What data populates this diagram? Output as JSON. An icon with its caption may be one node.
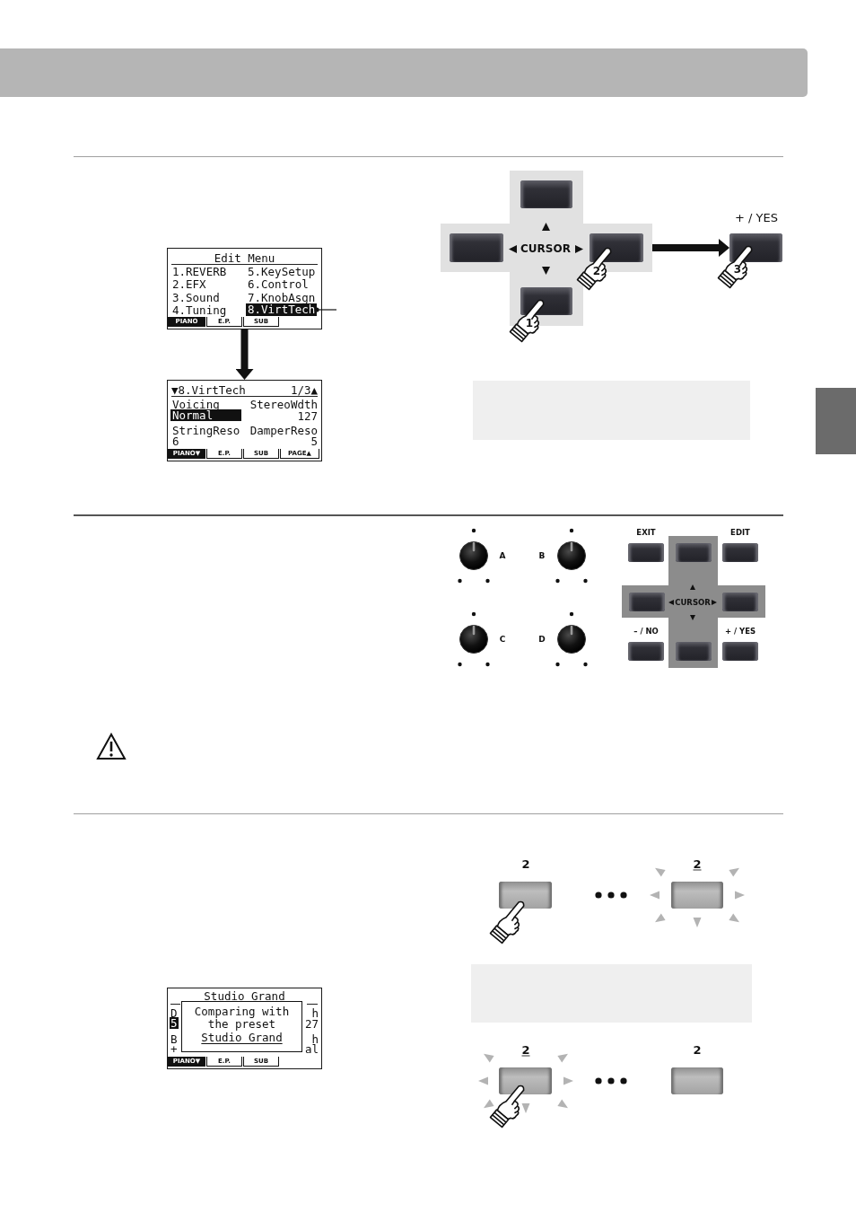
{
  "diagram": {
    "nodes": [
      {
        "text": [
          "Edit Menu",
          "1.REVERB",
          "5.KeySetup",
          "2.EFX",
          "6.Control",
          "3.Sound",
          "7.KnobAsgn",
          "4.Tuning"
        ]
      },
      {
        "text": [
          "8.VirtTech"
        ],
        "in": 0
      },
      {
        "text": [
          "PIANO"
        ],
        "in": 0
      },
      {
        "text": [
          "E.P."
        ],
        "in": 0
      },
      {
        "text": [
          "SUB"
        ],
        "in": 0
      },
      {
        "text": [
          "▼8.VirtTech",
          "1/3▲",
          "Voicing",
          "StereoWdth",
          "127",
          "StringReso",
          "DamperReso",
          "6",
          "5"
        ]
      },
      {
        "text": [
          "Normal"
        ],
        "in": 5
      },
      {
        "text": [
          "PIANO▼"
        ],
        "in": 5
      },
      {
        "text": [
          "E.P."
        ],
        "in": 5
      },
      {
        "text": [
          "SUB"
        ],
        "in": 5
      },
      {
        "text": [
          "PAGE▲"
        ],
        "in": 5
      },
      {
        "text": [
          "CURSOR"
        ]
      },
      {
        "text": [
          "+ / YES"
        ]
      },
      {
        "text": [
          "EXIT"
        ]
      },
      {
        "text": [
          "EDIT"
        ]
      },
      {
        "text": [
          "CURSOR"
        ]
      },
      {
        "text": [
          "– / NO"
        ]
      },
      {
        "text": [
          "+ / YES"
        ]
      },
      {
        "text": [
          "2"
        ]
      },
      {
        "text": [
          "2"
        ]
      },
      {
        "text": [
          "Studio Grand",
          "D",
          "h",
          "27",
          "B",
          "h",
          "+",
          "al"
        ]
      },
      {
        "text": [
          "5"
        ],
        "in": 20
      },
      {
        "text": [
          "Comparing with the preset",
          "Studio Grand"
        ],
        "in": 20
      },
      {
        "text": [
          "PIANO▼"
        ],
        "in": 20
      },
      {
        "text": [
          "E.P."
        ],
        "in": 20
      },
      {
        "text": [
          "SUB"
        ],
        "in": 20
      },
      {
        "text": [
          "2"
        ]
      },
      {
        "text": [
          "2"
        ]
      },
      {
        "text": [],
        "shape": "box"
      }
    ],
    "edges": [
      {
        "from": 1,
        "to": null,
        "arrow": "other"
      },
      {
        "from": 0,
        "to": 5,
        "arrow": "to"
      },
      {
        "from": 11,
        "to": 12,
        "arrow": "to"
      }
    ],
    "labels": [
      "2",
      "3",
      "1",
      "A",
      "B",
      "C",
      "D"
    ]
  }
}
